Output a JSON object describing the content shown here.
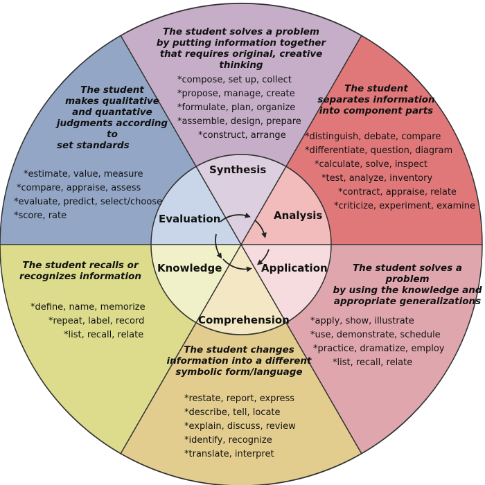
{
  "levels": {
    "synthesis": {
      "name": "Synthesis",
      "description": [
        "The student solves a problem",
        "by putting information together",
        "that requires original, creative thinking"
      ],
      "verbs": [
        "*compose, set up, collect",
        "*propose, manage, create",
        "*formulate, plan, organize",
        "*assemble, design, prepare",
        "*construct, arrange"
      ]
    },
    "analysis": {
      "name": "Analysis",
      "description": [
        "The student",
        "separates information",
        "into component parts"
      ],
      "verbs": [
        "*distinguish, debate, compare",
        "*differentiate, question, diagram",
        "*calculate, solve, inspect",
        "*test, analyze, inventory",
        "*contract, appraise, relate",
        "*criticize, experiment, examine"
      ]
    },
    "application": {
      "name": "Application",
      "description": [
        "The student solves a problem",
        "by using the knowledge and",
        "appropriate generalizations"
      ],
      "verbs": [
        "*apply, show, illustrate",
        "*use, demonstrate, schedule",
        "*practice, dramatize, employ",
        "*list, recall, relate"
      ]
    },
    "comprehension": {
      "name": "Comprehension",
      "description": [
        "The student changes",
        "information into a different",
        "symbolic form/language"
      ],
      "verbs": [
        "*restate, report, express",
        "*describe, tell, locate",
        "*explain, discuss, review",
        "*identify, recognize",
        "*translate, interpret"
      ]
    },
    "knowledge": {
      "name": "Knowledge",
      "description": [
        "The student recalls or",
        "recognizes information"
      ],
      "verbs": [
        "*define, name, memorize",
        "*repeat, label, record",
        "*list, recall, relate"
      ]
    },
    "evaluation": {
      "name": "Evaluation",
      "description": [
        "The student",
        "makes qualitative",
        "and quantative",
        "judgments according to",
        "set standards"
      ],
      "verbs": [
        "*estimate, value, measure",
        "*compare, appraise, assess",
        "*evaluate, predict, select/choose",
        "*score, rate"
      ]
    }
  },
  "colors": {
    "synthesis": "#c6aec9",
    "analysis": "#e0787a",
    "application": "#dfa6ae",
    "comprehension": "#e3cd8e",
    "knowledge": "#dcdc8c",
    "evaluation": "#93a6c6",
    "inner_synthesis": "#dccfdf",
    "inner_analysis": "#f2bcbd",
    "inner_application": "#f6dcdf",
    "inner_comprehension": "#f4e8c4",
    "inner_knowledge": "#f1f1c9",
    "inner_evaluation": "#c9d5e8",
    "outline": "#3a3a3a"
  }
}
